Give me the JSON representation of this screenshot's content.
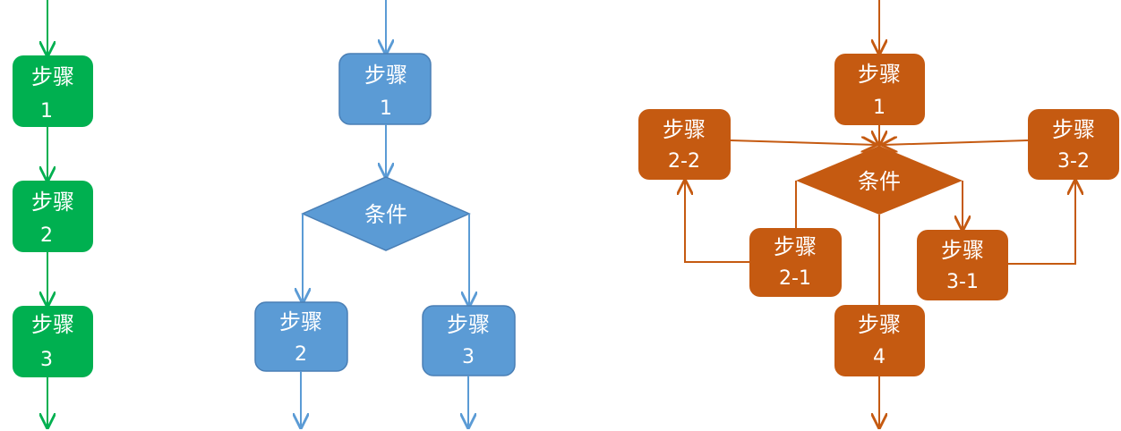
{
  "colors": {
    "green": "#00b050",
    "blue": "#5b9bd5",
    "blue_stroke": "#4a7fb5",
    "orange": "#c55a11",
    "orange_stroke": "#b04d0c",
    "white": "#ffffff"
  },
  "sequence": {
    "step1": {
      "title": "步骤",
      "num": "1"
    },
    "step2": {
      "title": "步骤",
      "num": "2"
    },
    "step3": {
      "title": "步骤",
      "num": "3"
    }
  },
  "branch": {
    "step1": {
      "title": "步骤",
      "num": "1"
    },
    "condition": "条件",
    "step2": {
      "title": "步骤",
      "num": "2"
    },
    "step3": {
      "title": "步骤",
      "num": "3"
    }
  },
  "loop": {
    "step1": {
      "title": "步骤",
      "num": "1"
    },
    "condition": "条件",
    "step2_1": {
      "title": "步骤",
      "num": "2-1"
    },
    "step2_2": {
      "title": "步骤",
      "num": "2-2"
    },
    "step3_1": {
      "title": "步骤",
      "num": "3-1"
    },
    "step3_2": {
      "title": "步骤",
      "num": "3-2"
    },
    "step4": {
      "title": "步骤",
      "num": "4"
    }
  }
}
